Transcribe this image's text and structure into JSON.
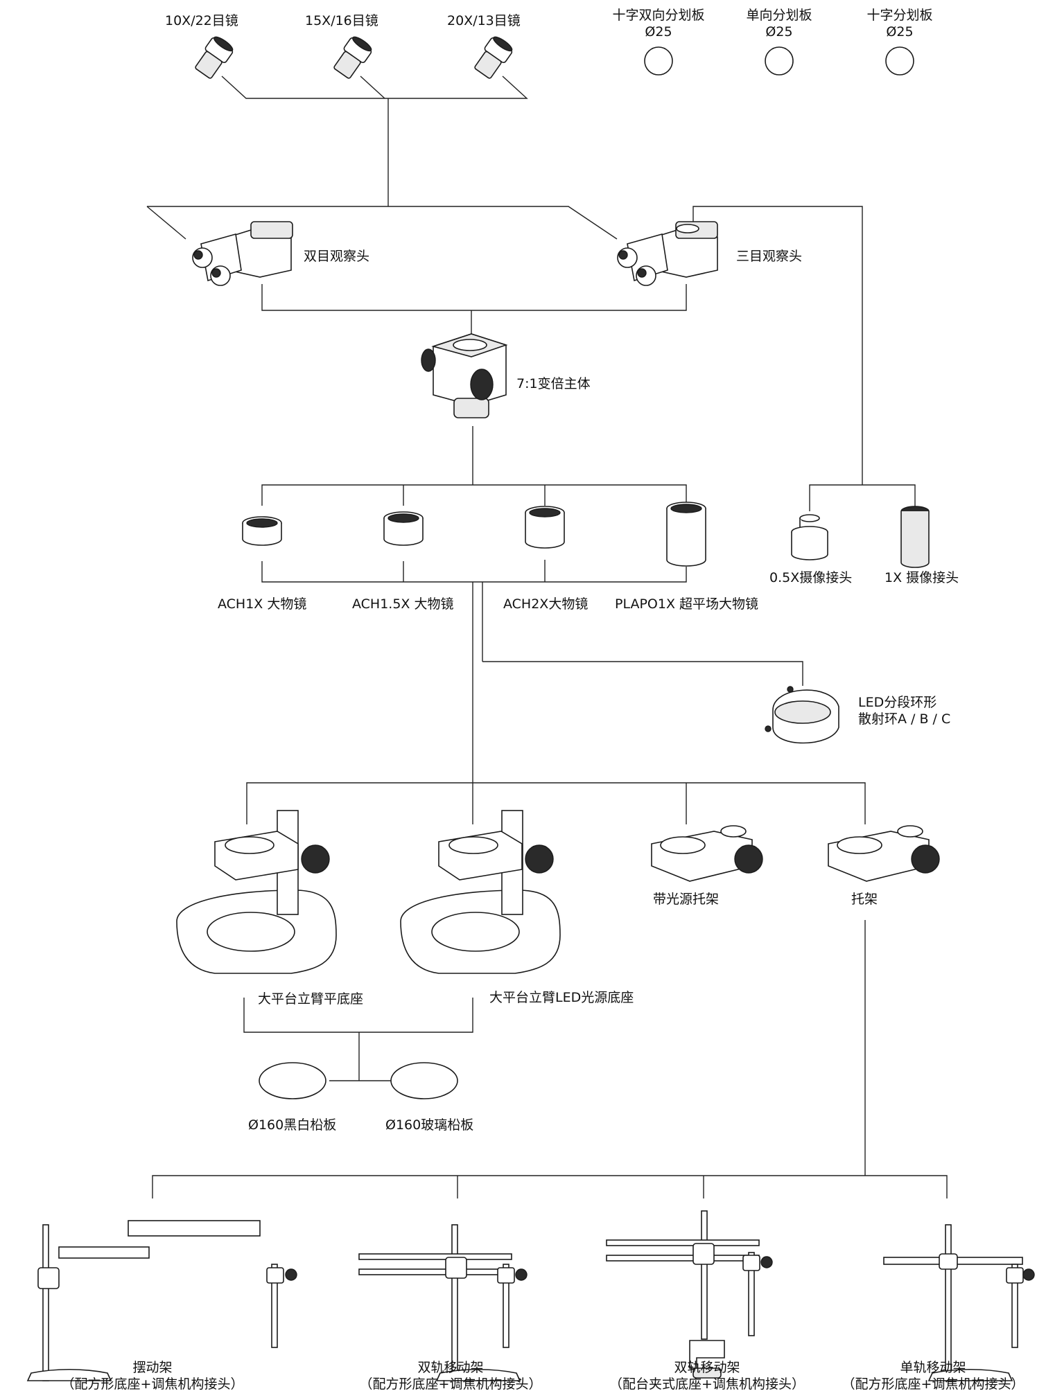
{
  "eyepieces": [
    "10X/22目镜",
    "15X/16目镜",
    "20X/13目镜"
  ],
  "reticles": [
    {
      "name": "十字双向分划板",
      "size": "Ø25"
    },
    {
      "name": "单向分划板",
      "size": "Ø25"
    },
    {
      "name": "十字分划板",
      "size": "Ø25"
    }
  ],
  "heads": [
    "双目观察头",
    "三目观察头"
  ],
  "zoom_body": "7:1变倍主体",
  "objectives": [
    "ACH1X 大物镜",
    "ACH1.5X 大物镜",
    "ACH2X大物镜",
    "PLAPO1X 超平场大物镜"
  ],
  "camera_adapters": [
    "0.5X摄像接头",
    "1X 摄像接头"
  ],
  "ring_light": [
    "LED分段环形",
    "散射环A / B / C"
  ],
  "holders": [
    "带光源托架",
    "托架"
  ],
  "stands": [
    "大平台立臂平底座",
    "大平台立臂LED光源底座"
  ],
  "plates": [
    "Ø160黑白柗板",
    "Ø160玻璃柗板"
  ],
  "boom_stands": [
    {
      "name": "摆动架",
      "detail": "（配方形底座+调焦机构接头）"
    },
    {
      "name": "双轨移动架",
      "detail": "（配方形底座+调焦机构接头）"
    },
    {
      "name": "双轨移动架",
      "detail": "（配台夹式底座+调焦机构接头）"
    },
    {
      "name": "单轨移动架",
      "detail": "（配方形底座+调焦机构接头）"
    }
  ]
}
